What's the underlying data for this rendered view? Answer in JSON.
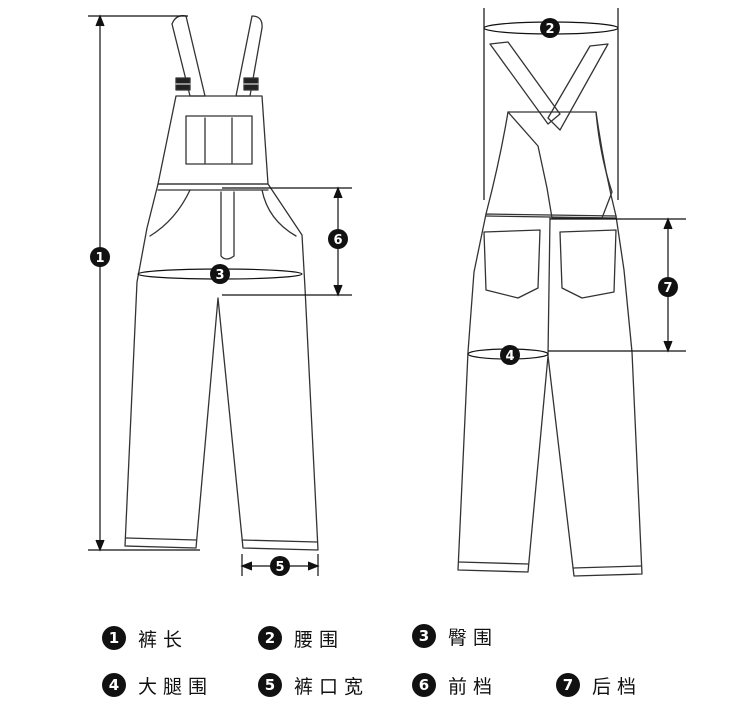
{
  "markers": {
    "m1": "1",
    "m2": "2",
    "m3": "3",
    "m4": "4",
    "m5": "5",
    "m6": "6",
    "m7": "7"
  },
  "legend": [
    {
      "num": "1",
      "label": "裤长"
    },
    {
      "num": "2",
      "label": "腰围"
    },
    {
      "num": "3",
      "label": "臀围"
    },
    {
      "num": "4",
      "label": "大腿围"
    },
    {
      "num": "5",
      "label": "裤口宽"
    },
    {
      "num": "6",
      "label": "前档"
    },
    {
      "num": "7",
      "label": "后档"
    }
  ],
  "colors": {
    "line": "#333333",
    "measure": "#111111",
    "badge": "#111111",
    "background": "#ffffff"
  }
}
